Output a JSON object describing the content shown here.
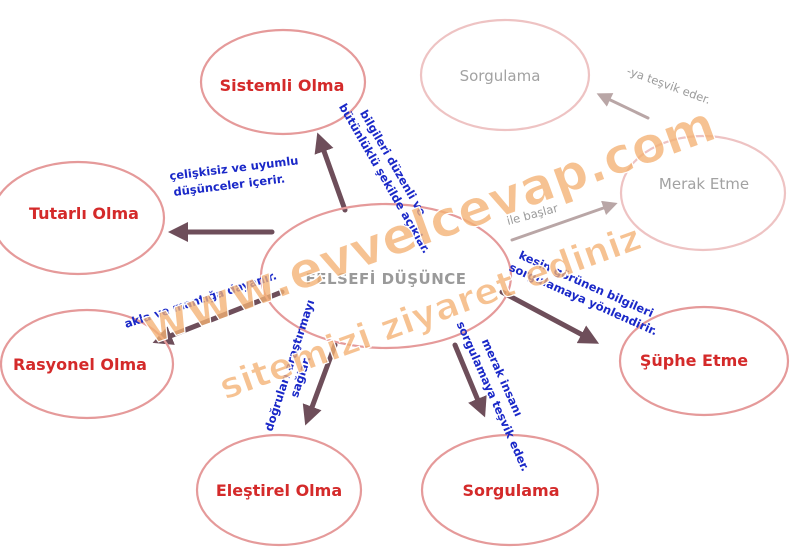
{
  "colors": {
    "oval_stroke": "#e59a9a",
    "oval_stroke_faint": "#eec3c3",
    "node_red": "#d42a2a",
    "annotation_blue": "#1a28c8",
    "arrow": "#6e4e5a",
    "watermark": "#f3b173"
  },
  "center": {
    "label": "FELSEFİ DÜŞÜNCE"
  },
  "nodes": {
    "sistemli": "Sistemli Olma",
    "tutarli": "Tutarlı Olma",
    "rasyonel": "Rasyonel Olma",
    "elestirel": "Eleştirel Olma",
    "sorgulama_bottom": "Sorgulama",
    "suphe": "Şüphe Etme",
    "merak": "Merak Etme",
    "sorgulama_top": "Sorgulama"
  },
  "notes": {
    "sistemli_1": "bilgileri düzenli ve",
    "sistemli_2": "bütünlüklü şekilde açıklar.",
    "tutarli_1": "çelişkisiz ve uyumlu",
    "tutarli_2": "düşünceler içerir.",
    "rasyonel": "akla ve mantığa dayanır.",
    "elestirel_1": "doğruları araştırmayı",
    "elestirel_2": "sağlar.",
    "sorgulama_1": "merak insanı",
    "sorgulama_2": "sorgulamaya teşvik eder.",
    "suphe_1": "kesin görünen bilgileri",
    "suphe_2": "sorgulamaya yönlendirir.",
    "merak_gray": "ile başlar",
    "top_gray": "-ya teşvik eder."
  },
  "watermark": {
    "line1": "www.evvelcevap.com",
    "line2": "sitemizi ziyaret ediniz"
  }
}
